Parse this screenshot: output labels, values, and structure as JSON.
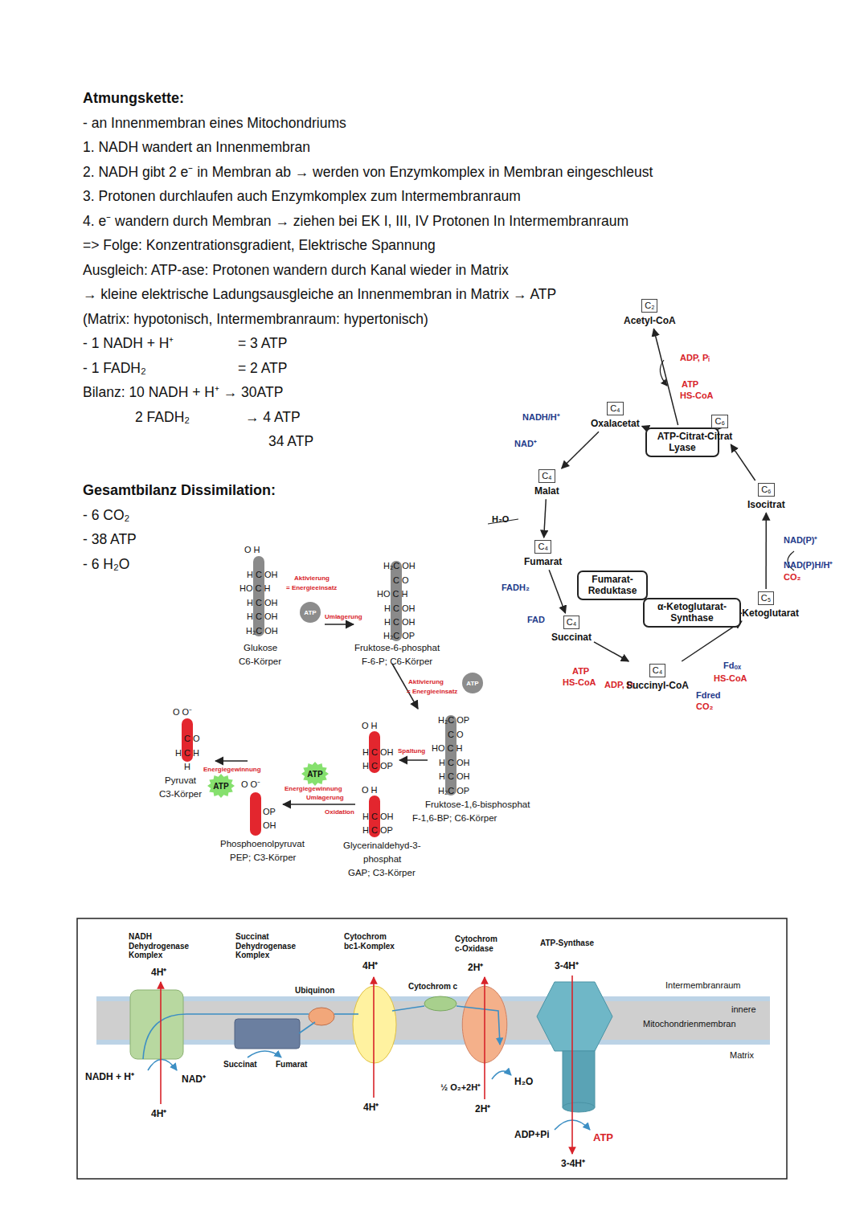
{
  "diagram": {
    "title": "Atmungskette:",
    "nodes": [
      {
        "text": [
          "C₂",
          "Acetyl-CoA"
        ]
      },
      {
        "text": [
          "C₄",
          "Oxalacetat"
        ]
      },
      {
        "text": [
          "ATP-Citrat-Lyase"
        ]
      },
      {
        "text": [
          "C₆",
          "Citrat"
        ]
      },
      {
        "text": [
          "C₆",
          "Isocitrat"
        ]
      },
      {
        "text": [
          "C₅",
          "α-Ketoglutarat"
        ]
      },
      {
        "text": [
          "α-Ketoglutarat-Synthase"
        ]
      },
      {
        "text": [
          "C₄",
          "Succinyl-CoA"
        ]
      },
      {
        "text": [
          "C₄",
          "Succinat"
        ]
      },
      {
        "text": [
          "Fumarat-Reduktase"
        ]
      },
      {
        "text": [
          "C₄",
          "Fumarat"
        ]
      },
      {
        "text": [
          "C₄",
          "Malat"
        ]
      },
      {
        "text": [
          "ATP"
        ]
      },
      {
        "text": [
          "ATP"
        ]
      },
      {
        "text": [
          "ATP"
        ]
      },
      {
        "text": [
          "ATP"
        ]
      }
    ],
    "edges": [
      {
        "from": 1,
        "to": 11,
        "arrow": "to"
      },
      {
        "from": 11,
        "to": 10,
        "arrow": "to"
      },
      {
        "from": 10,
        "to": 8,
        "arrow": "to"
      },
      {
        "from": 8,
        "to": 7,
        "arrow": "to"
      },
      {
        "from": 7,
        "to": 5,
        "arrow": "to"
      },
      {
        "from": 5,
        "to": 4,
        "arrow": "to"
      },
      {
        "from": 4,
        "to": 3,
        "arrow": "to"
      },
      {
        "from": 3,
        "to": 2,
        "arrow": "none"
      },
      {
        "from": 2,
        "to": 1,
        "arrow": "to"
      },
      {
        "from": 2,
        "to": 0,
        "arrow": "to"
      }
    ],
    "labels": [
      "- an Innenmembran eines Mitochondriums",
      "1. NADH wandert an Innenmembran",
      "2. NADH gibt 2 e⁻ in Membran ab → werden von Enzymkomplex in Membran eingeschleust",
      "3. Protonen durchlaufen auch Enzymkomplex zum Intermembranraum",
      "4. e⁻ wandern durch Membran → ziehen bei EK I, III, IV Protonen In Intermembranraum",
      "=> Folge: Konzentrationsgradient, Elektrische Spannung",
      "Ausgleich: ATP-ase: Protonen wandern durch Kanal wieder in Matrix",
      "→ kleine elektrische Ladungsausgleiche an Innenmembran in Matrix → ATP",
      "(Matrix: hypotonisch, Intermembranraum: hypertonisch)",
      "- 1 NADH + H⁺",
      "= 3 ATP",
      "- 1 FADH₂",
      "= 2 ATP",
      "Bilanz: 10 NADH + H⁺ → 30ATP",
      "2 FADH₂",
      "→ 4 ATP",
      "34 ATP",
      "Gesamtbilanz Dissimilation:",
      "- 6 CO₂",
      "- 38 ATP",
      "- 6 H₂O",
      "ADP, Pᵢ",
      "ATP",
      "HS-CoA",
      "NADH/H⁺",
      "NAD⁺",
      "H₂O",
      "FADH₂",
      "FAD",
      "ATP",
      "HS-CoA",
      "ADP, Pᵢ",
      "Fdₒₓ",
      "HS-CoA",
      "Fdred",
      "CO₂",
      "NAD(P)⁺",
      "NAD(P)H/H⁺",
      "CO₂",
      "O H",
      "H C OH",
      "HO C H",
      "H C OH",
      "H C OH",
      "H₂C OH",
      "Glukose",
      "C6-Körper",
      "Aktivierung",
      "= Energieeinsatz",
      "Umlagerung",
      "H₂C OH",
      "C O",
      "HO C H",
      "H C OH",
      "H C OH",
      "H₂C OP",
      "Fruktose-6-phosphat",
      "F-6-P; C6-Körper",
      "Aktivierung",
      "= Energieeinsatz",
      "H₂C OP",
      "C O",
      "HO C H",
      "H C OH",
      "H C OH",
      "H₂C OP",
      "Spaltung",
      "O H",
      "H C OH",
      "H C OP",
      "Fruktose-1,6-bisphosphat",
      "F-1,6-BP; C6-Körper",
      "O H",
      "H C OH",
      "H C OP",
      "Oxidation",
      "Glycerinaldehyd-3-",
      "phosphat",
      "GAP; C3-Körper",
      "Energiegewinnung",
      "Umlagerung",
      "O O⁻",
      "OP",
      "OH",
      "Phosphoenolpyruvat",
      "PEP; C3-Körper",
      "Energiegewinnung",
      "O O⁻",
      "C O",
      "H C H",
      "H",
      "Pyruvat",
      "C3-Körper",
      "NADH Dehydrogenase Komplex",
      "4H⁺",
      "Succinat Dehydrogenase Komplex",
      "Ubiquinon",
      "Cytochrom bc1-Komplex",
      "4H⁺",
      "Cytochrom c-Oxidase",
      "2H⁺",
      "Cytochrom c",
      "ATP-Synthase",
      "3-4H⁺",
      "Intermembranraum",
      "innere",
      "Mitochondrienmembran",
      "Matrix",
      "NADH + H⁺",
      "NAD⁺",
      "4H⁺",
      "Succinat",
      "Fumarat",
      "4H⁺",
      "½ O₂+2H⁺",
      "H₂O",
      "2H⁺",
      "ADP+Pi",
      "ATP",
      "3-4H⁺"
    ]
  }
}
